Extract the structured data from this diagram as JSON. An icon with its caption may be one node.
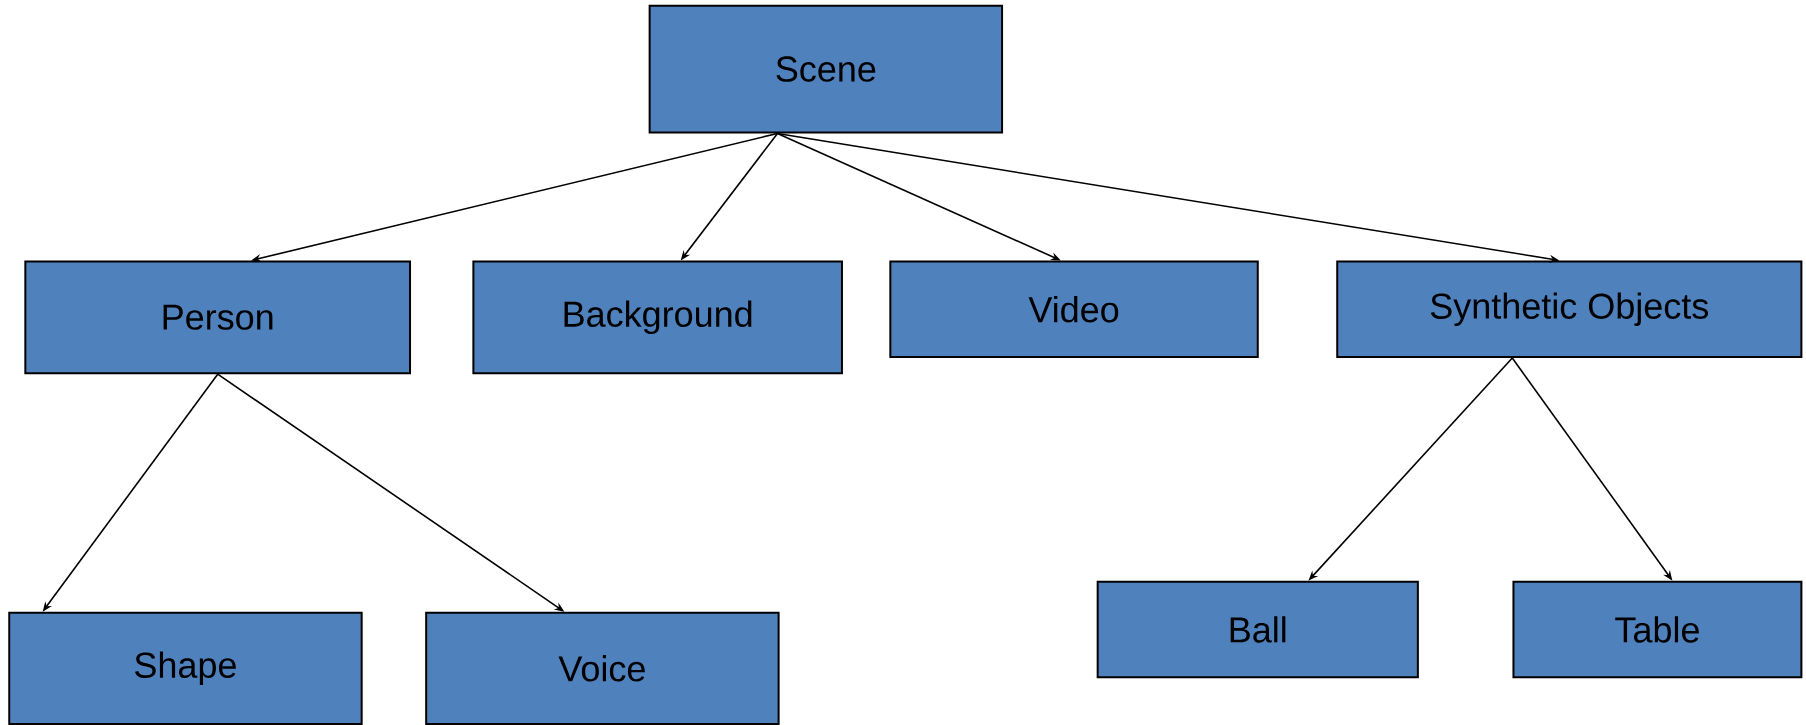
{
  "diagram": {
    "nodes": [
      {
        "text": [
          "Scene"
        ]
      },
      {
        "text": [
          "Person"
        ]
      },
      {
        "text": [
          "Background"
        ]
      },
      {
        "text": [
          "Video"
        ]
      },
      {
        "text": [
          "Synthetic Objects"
        ]
      },
      {
        "text": [
          "Shape"
        ]
      },
      {
        "text": [
          "Voice"
        ]
      },
      {
        "text": [
          "Ball"
        ]
      },
      {
        "text": [
          "Table"
        ]
      }
    ],
    "edges": [
      {
        "from": 0,
        "to": 1,
        "arrow": "to"
      },
      {
        "from": 0,
        "to": 2,
        "arrow": "to"
      },
      {
        "from": 0,
        "to": 3,
        "arrow": "to"
      },
      {
        "from": 0,
        "to": 4,
        "arrow": "to"
      },
      {
        "from": 1,
        "to": 5,
        "arrow": "to"
      },
      {
        "from": 1,
        "to": 6,
        "arrow": "to"
      },
      {
        "from": 4,
        "to": 7,
        "arrow": "to"
      },
      {
        "from": 4,
        "to": 8,
        "arrow": "to"
      }
    ]
  }
}
